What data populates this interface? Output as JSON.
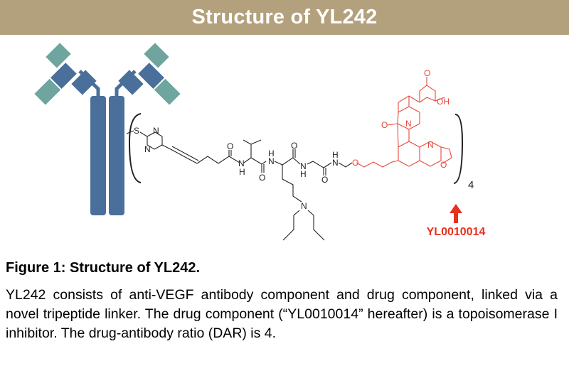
{
  "header": {
    "title": "Structure of YL242"
  },
  "figure": {
    "drug_label": "YL0010014",
    "dar_subscript": "4",
    "atoms": {
      "S": "S",
      "N": "N",
      "O": "O",
      "H": "H",
      "OH": "OH"
    },
    "colors": {
      "antibody_heavy": "#4a6f9b",
      "antibody_light": "#6ea59f",
      "drug": "#e8493c",
      "banner": "#b3a07d"
    }
  },
  "caption": {
    "title": "Figure 1: Structure of YL242.",
    "body": "YL242 consists of anti-VEGF antibody component and drug component, linked via a novel tripeptide linker. The drug component (“YL0010014” hereafter) is a topoisomerase I inhibitor. The drug-antibody ratio (DAR) is 4."
  }
}
